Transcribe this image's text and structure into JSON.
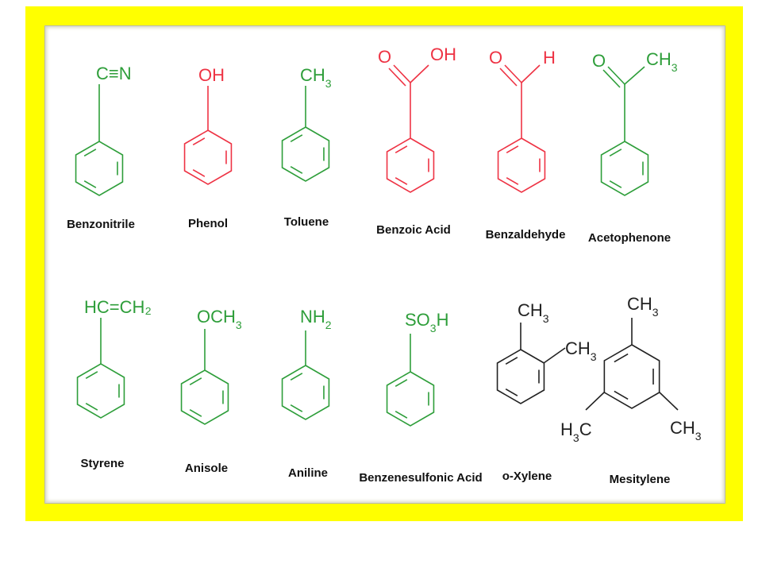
{
  "colors": {
    "frame": "#ffff00",
    "green": "#2e9e3a",
    "red": "#ee3344",
    "black": "#222222",
    "label": "#111111"
  },
  "compounds": [
    {
      "id": "benzonitrile",
      "name": "Benzonitrile",
      "color": "green",
      "group": "C≡N"
    },
    {
      "id": "phenol",
      "name": "Phenol",
      "color": "red",
      "group": "OH"
    },
    {
      "id": "toluene",
      "name": "Toluene",
      "color": "green",
      "group_main": "CH",
      "group_sub": "3"
    },
    {
      "id": "benzoic-acid",
      "name": "Benzoic Acid",
      "color": "red",
      "o1": "O",
      "o2": "OH"
    },
    {
      "id": "benzaldehyde",
      "name": "Benzaldehyde",
      "color": "red",
      "o1": "O",
      "h": "H"
    },
    {
      "id": "acetophenone",
      "name": "Acetophenone",
      "color": "green",
      "o1": "O",
      "group_main": "CH",
      "group_sub": "3"
    },
    {
      "id": "styrene",
      "name": "Styrene",
      "color": "green",
      "group": "HC=CH₂"
    },
    {
      "id": "anisole",
      "name": "Anisole",
      "color": "green",
      "group_main": "OCH",
      "group_sub": "3"
    },
    {
      "id": "aniline",
      "name": "Aniline",
      "color": "green",
      "group_main": "NH",
      "group_sub": "2"
    },
    {
      "id": "benzenesulfonic-acid",
      "name": "Benzenesulfonic Acid",
      "color": "green",
      "g1": "SO",
      "g2": "3",
      "g3": "H"
    },
    {
      "id": "o-xylene",
      "name": "o-Xylene",
      "color": "black",
      "m1_main": "CH",
      "m1_sub": "3",
      "m2_main": "CH",
      "m2_sub": "3"
    },
    {
      "id": "mesitylene",
      "name": "Mesitylene",
      "color": "black",
      "m1_main": "CH",
      "m1_sub": "3",
      "m2a": "H",
      "m2b": "3",
      "m2c": "C",
      "m3_main": "CH",
      "m3_sub": "3"
    }
  ]
}
